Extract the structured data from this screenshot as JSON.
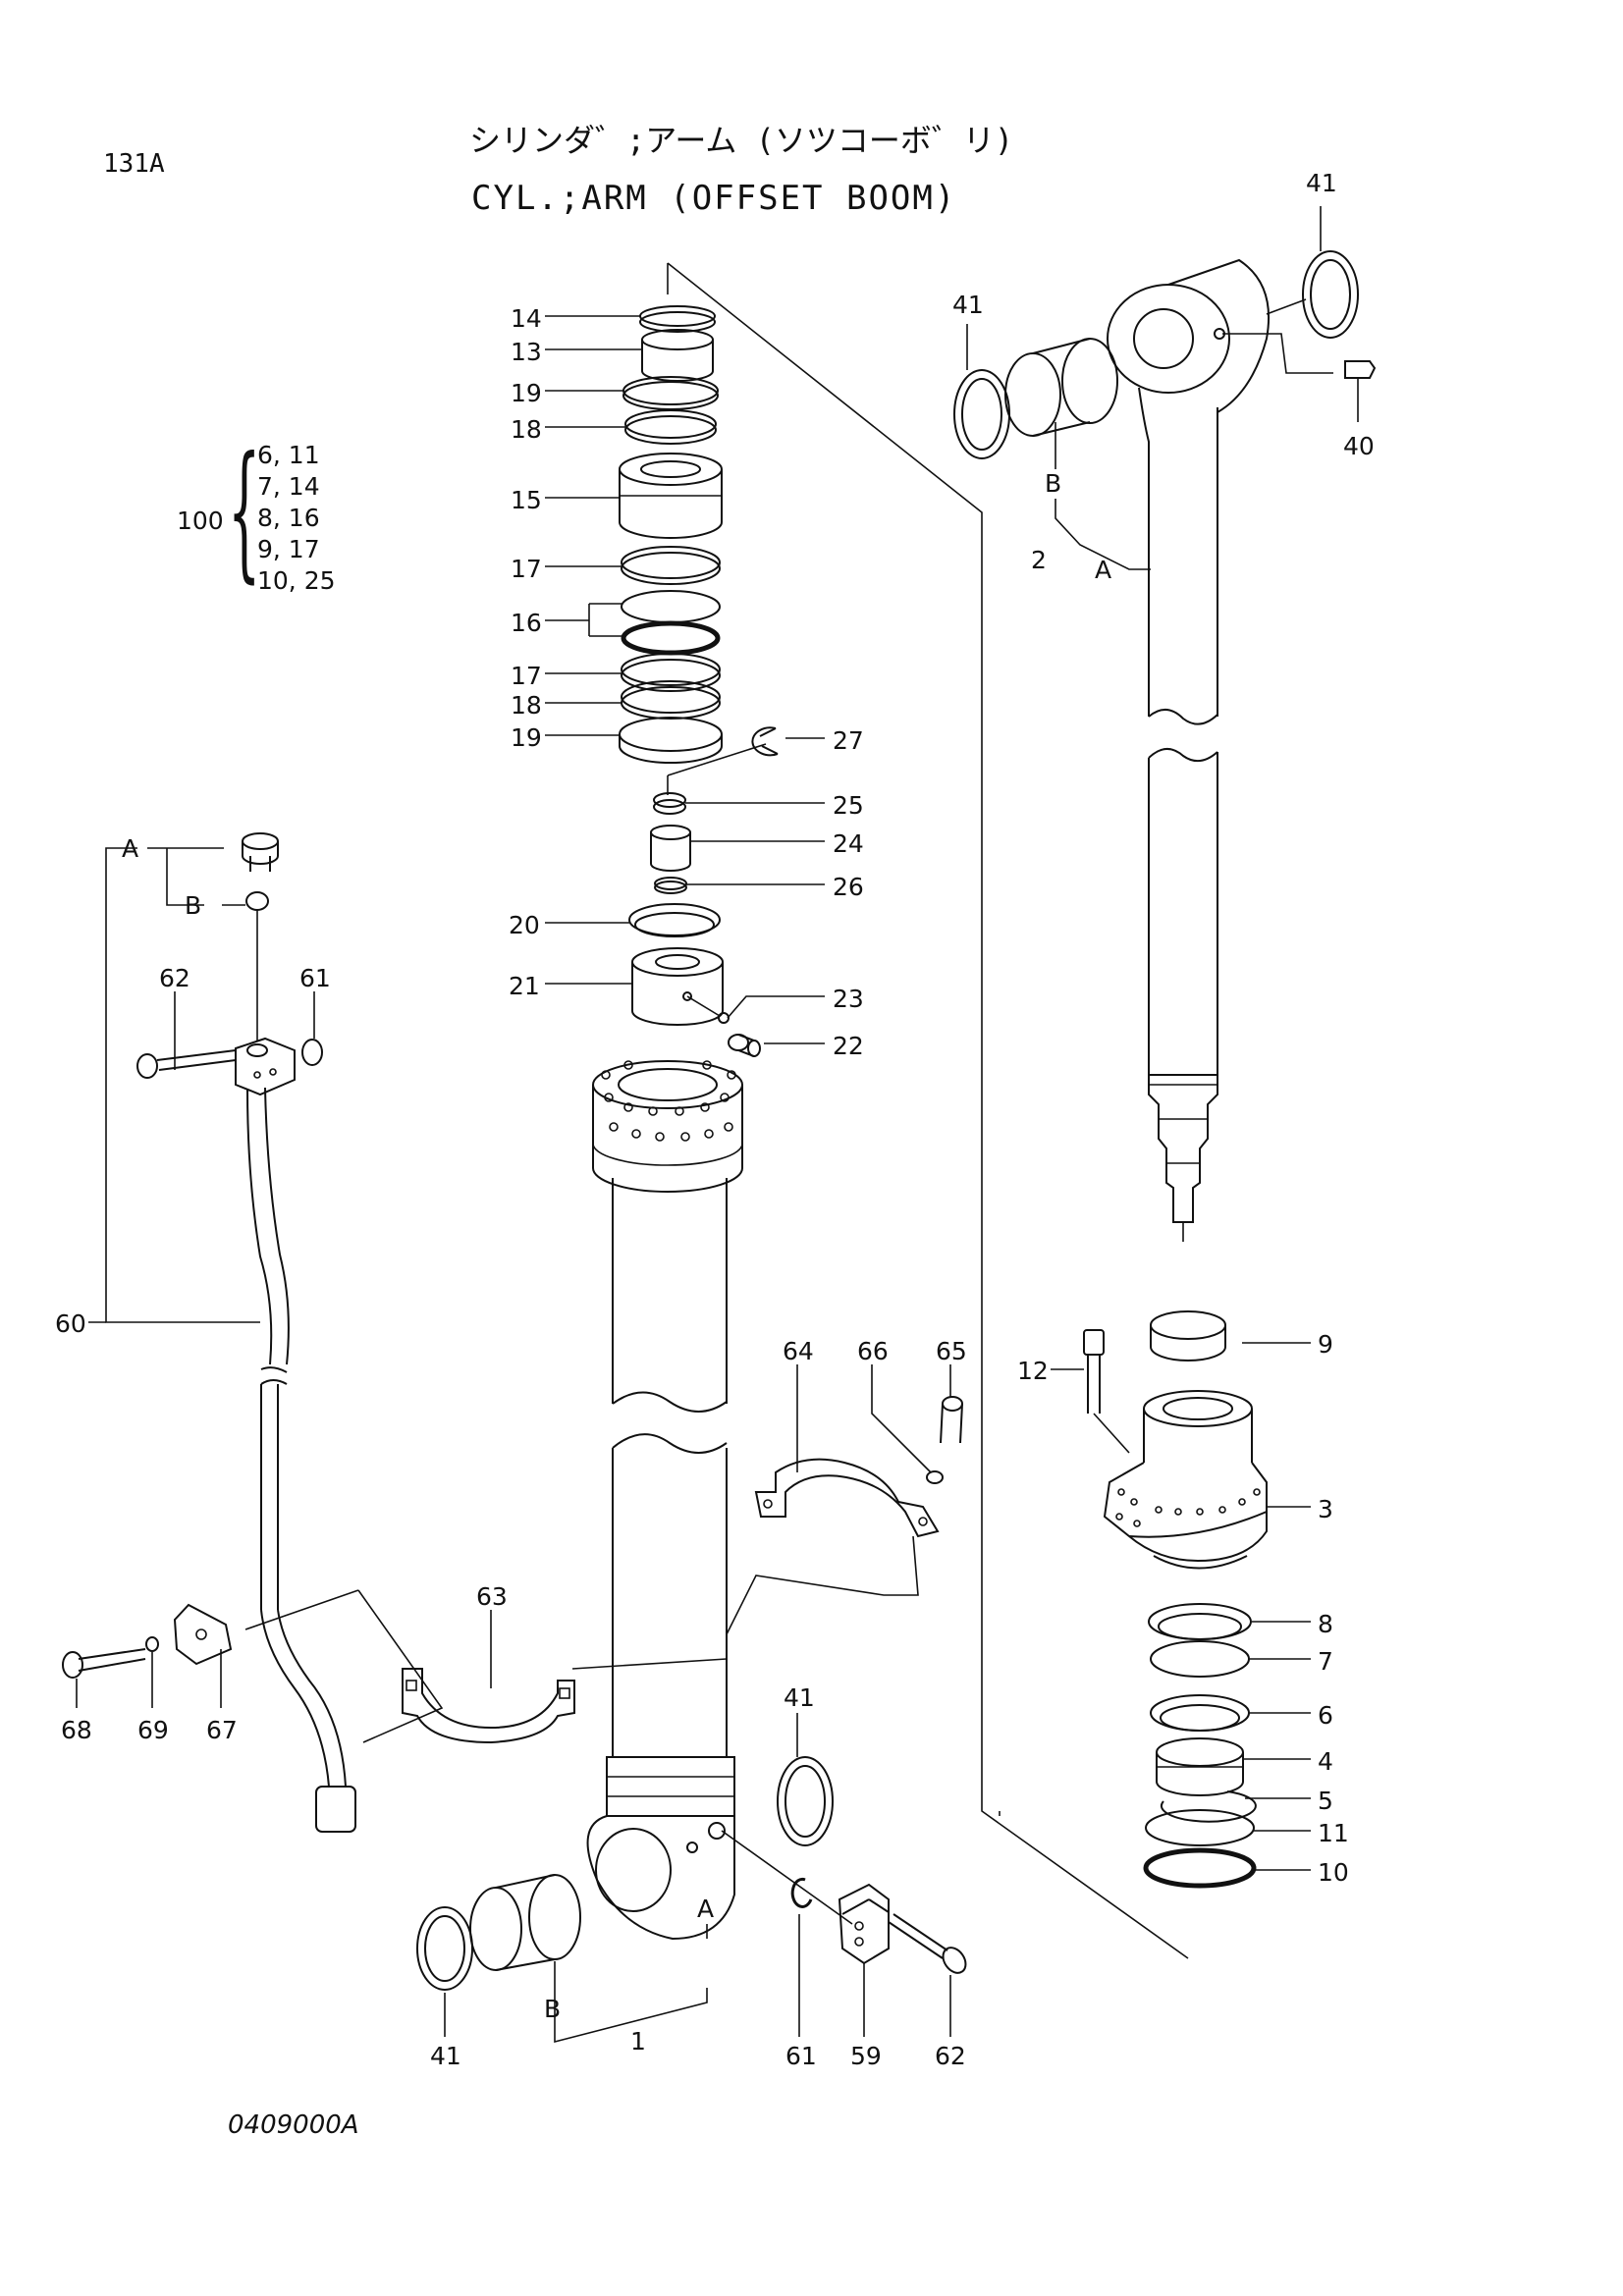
{
  "page_id": "131A",
  "title_jp": "シリンダ゛;アーム (ソツコーボ゛リ)",
  "title_en": "CYL.;ARM (OFFSET BOOM)",
  "kit": {
    "number": "100",
    "items": [
      "6, 11",
      "7, 14",
      "8, 16",
      "9, 17",
      "10, 25"
    ]
  },
  "callouts": {
    "p14": "14",
    "p13": "13",
    "p19a": "19",
    "p18a": "18",
    "p15": "15",
    "p17a": "17",
    "p16": "16",
    "p17b": "17",
    "p18b": "18",
    "p19b": "19",
    "p27": "27",
    "p25": "25",
    "p24": "24",
    "p26": "26",
    "p20": "20",
    "p21": "21",
    "p23": "23",
    "p22": "22",
    "p41_tl": "41",
    "p41_tr": "41",
    "p40": "40",
    "pB_top": "B",
    "p2": "2",
    "pA_top": "A",
    "pA_left": "A",
    "pB_left": "B",
    "p62_top": "62",
    "p61_top": "61",
    "p60": "60",
    "p64": "64",
    "p66": "66",
    "p65": "65",
    "p12": "12",
    "p9": "9",
    "p3": "3",
    "p8": "8",
    "p7": "7",
    "p6": "6",
    "p4": "4",
    "p5": "5",
    "p11": "11",
    "p10": "10",
    "p63": "63",
    "p68": "68",
    "p69": "69",
    "p67": "67",
    "p41_mid": "41",
    "p41_bl": "41",
    "pB_bot": "B",
    "p1": "1",
    "pA_bot": "A",
    "p61_bot": "61",
    "p59": "59",
    "p62_bot": "62"
  },
  "doc_code": "0409000A"
}
